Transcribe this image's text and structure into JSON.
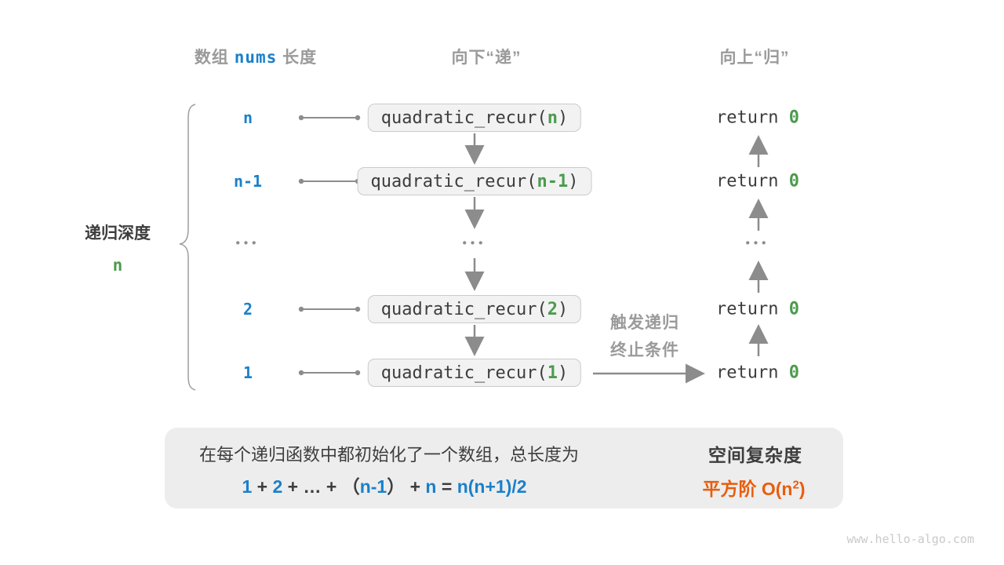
{
  "colors": {
    "blue": "#1b80ca",
    "green": "#4c9b4e",
    "orange": "#e95d0c",
    "gray": "#9a9a9a",
    "dark": "#3d3d3d"
  },
  "headers": {
    "col1_prefix": "数组 ",
    "col1_code": "nums",
    "col1_suffix": " 长度",
    "col2": "向下“递”",
    "col3": "向上“归”"
  },
  "depth": {
    "label": "递归深度",
    "value": "n"
  },
  "rows": [
    {
      "label": "n",
      "call_prefix": "quadratic_recur(",
      "arg": "n",
      "call_suffix": ")",
      "ret_prefix": "return ",
      "ret_value": "0"
    },
    {
      "label": "n-1",
      "call_prefix": "quadratic_recur(",
      "arg": "n-1",
      "call_suffix": ")",
      "ret_prefix": "return ",
      "ret_value": "0"
    },
    {
      "label": "•••",
      "box_dots": "•••",
      "ret_dots": "•••"
    },
    {
      "label": "2",
      "call_prefix": "quadratic_recur(",
      "arg": "2",
      "call_suffix": ")",
      "ret_prefix": "return ",
      "ret_value": "0"
    },
    {
      "label": "1",
      "call_prefix": "quadratic_recur(",
      "arg": "1",
      "call_suffix": ")",
      "ret_prefix": "return ",
      "ret_value": "0"
    }
  ],
  "trigger": {
    "line1": "触发递归",
    "line2": "终止条件"
  },
  "summary": {
    "line1": "在每个递归函数中都初始化了一个数组，总长度为",
    "formula": {
      "n1": "1",
      "op1": " + ",
      "n2": "2",
      "op2": " + … + （",
      "n3": "n-1",
      "op3": "） + ",
      "n4": "n",
      "op4": " = ",
      "n5": "n(n+1)/2"
    },
    "result_title": "空间复杂度",
    "result_prefix": "平方阶 O(n",
    "result_sup": "2",
    "result_suffix": ")"
  },
  "watermark": "www.hello-algo.com"
}
